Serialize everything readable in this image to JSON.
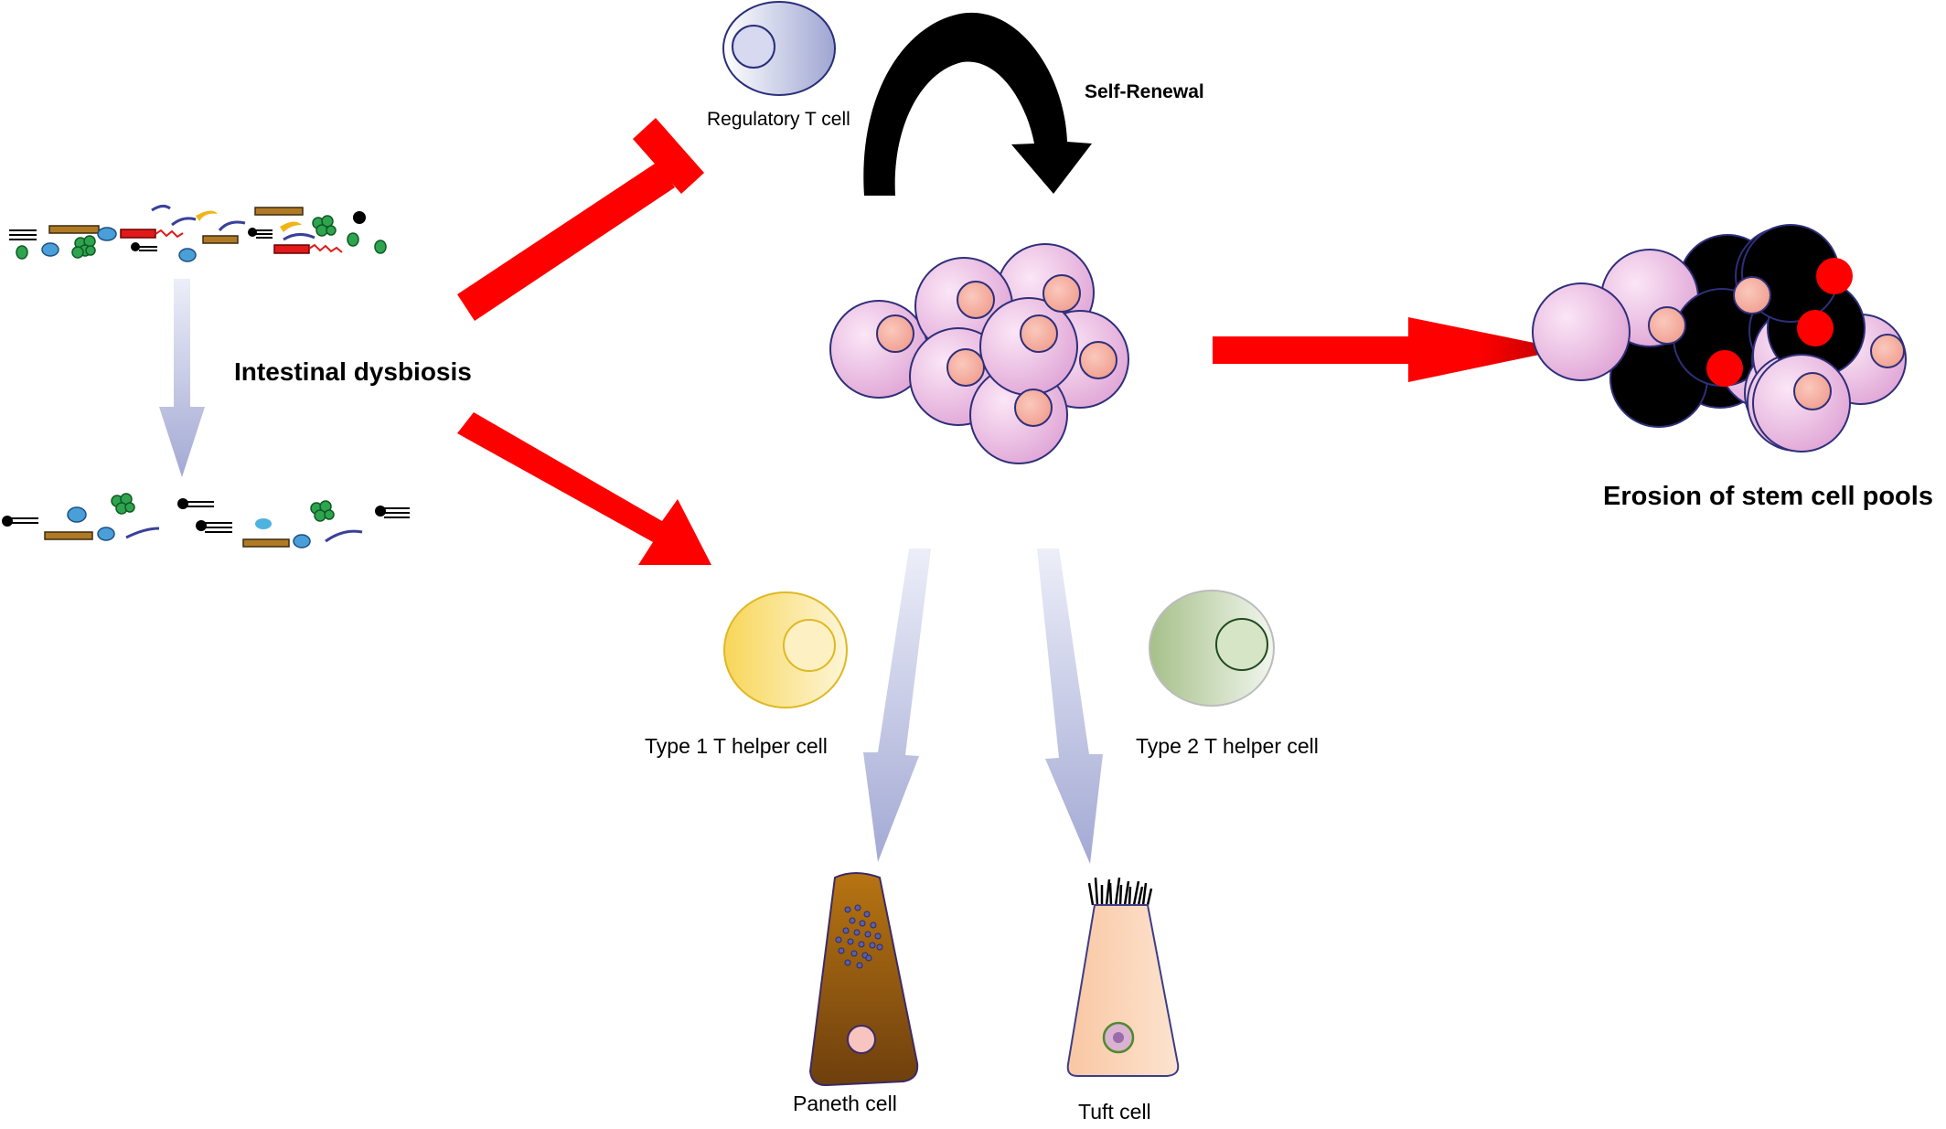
{
  "labels": {
    "regulatory_t_cell": "Regulatory T cell",
    "self_renewal": "Self-Renewal",
    "intestinal_dysbiosis": "Intestinal dysbiosis",
    "erosion": "Erosion of stem cell pools",
    "th1": "Type 1  T helper cell",
    "th2": "Type 2  T helper cell",
    "paneth": "Paneth cell",
    "tuft": "Tuft cell"
  },
  "colors": {
    "inhibit_arrow": "#ff0000",
    "self_renewal_arrow": "#000000",
    "stem_cell_fill": "#e9b5e0",
    "stem_cell_nucleus": "#f2a89b",
    "eroded_cell": "#000000",
    "eroded_nucleus": "#ff0000",
    "differentiation_arrow": "#aab0d8",
    "treg_cell": "#a9aed6",
    "th1_cell": "#f8dc63",
    "th2_cell": "#b1c995",
    "paneth_cell": "#a56710",
    "tuft_cell": "#fbd2b4"
  },
  "icons": [
    "bacteria-icon",
    "regulatory-t-cell-icon",
    "stem-cell-cluster-icon",
    "eroded-stem-cell-cluster-icon",
    "th1-cell-icon",
    "th2-cell-icon",
    "paneth-cell-icon",
    "tuft-cell-icon"
  ]
}
